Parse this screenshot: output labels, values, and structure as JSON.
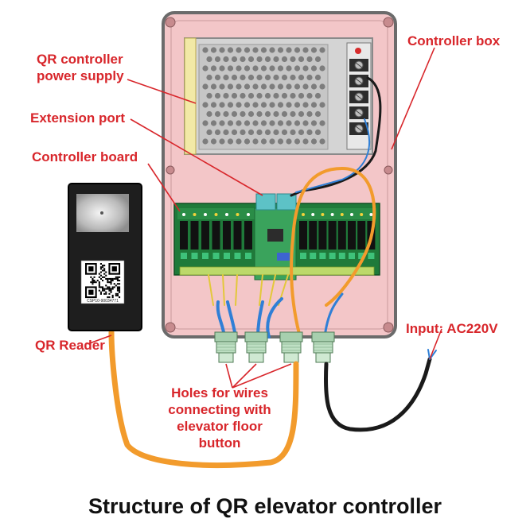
{
  "labels": {
    "qr_power_supply": [
      "QR controller",
      "power supply"
    ],
    "extension_port": "Extension port",
    "controller_board": "Controller board",
    "controller_box": "Controller box",
    "qr_reader": "QR Reader",
    "input": "Input: AC220V",
    "holes": [
      "Holes for wires",
      "connecting with",
      "elevator floor",
      "button"
    ]
  },
  "reader_sticker_code": "CSP10-90034771",
  "title": "Structure of QR elevator controller",
  "colors": {
    "label_red": "#d8262b",
    "box_pink": "#f3c6c8",
    "box_border": "#6b6b6b",
    "psu_silver": "#d4d4d4",
    "board_green": "#1f7a3a",
    "cable_orange": "#f29b2c",
    "cable_black": "#1a1a1a",
    "wire_blue": "#2f7fd6",
    "gland_green": "#bfe0c4"
  },
  "icons": [
    "psu-vent-grid",
    "terminal-block",
    "relay-array",
    "qr-code",
    "cable-gland"
  ]
}
